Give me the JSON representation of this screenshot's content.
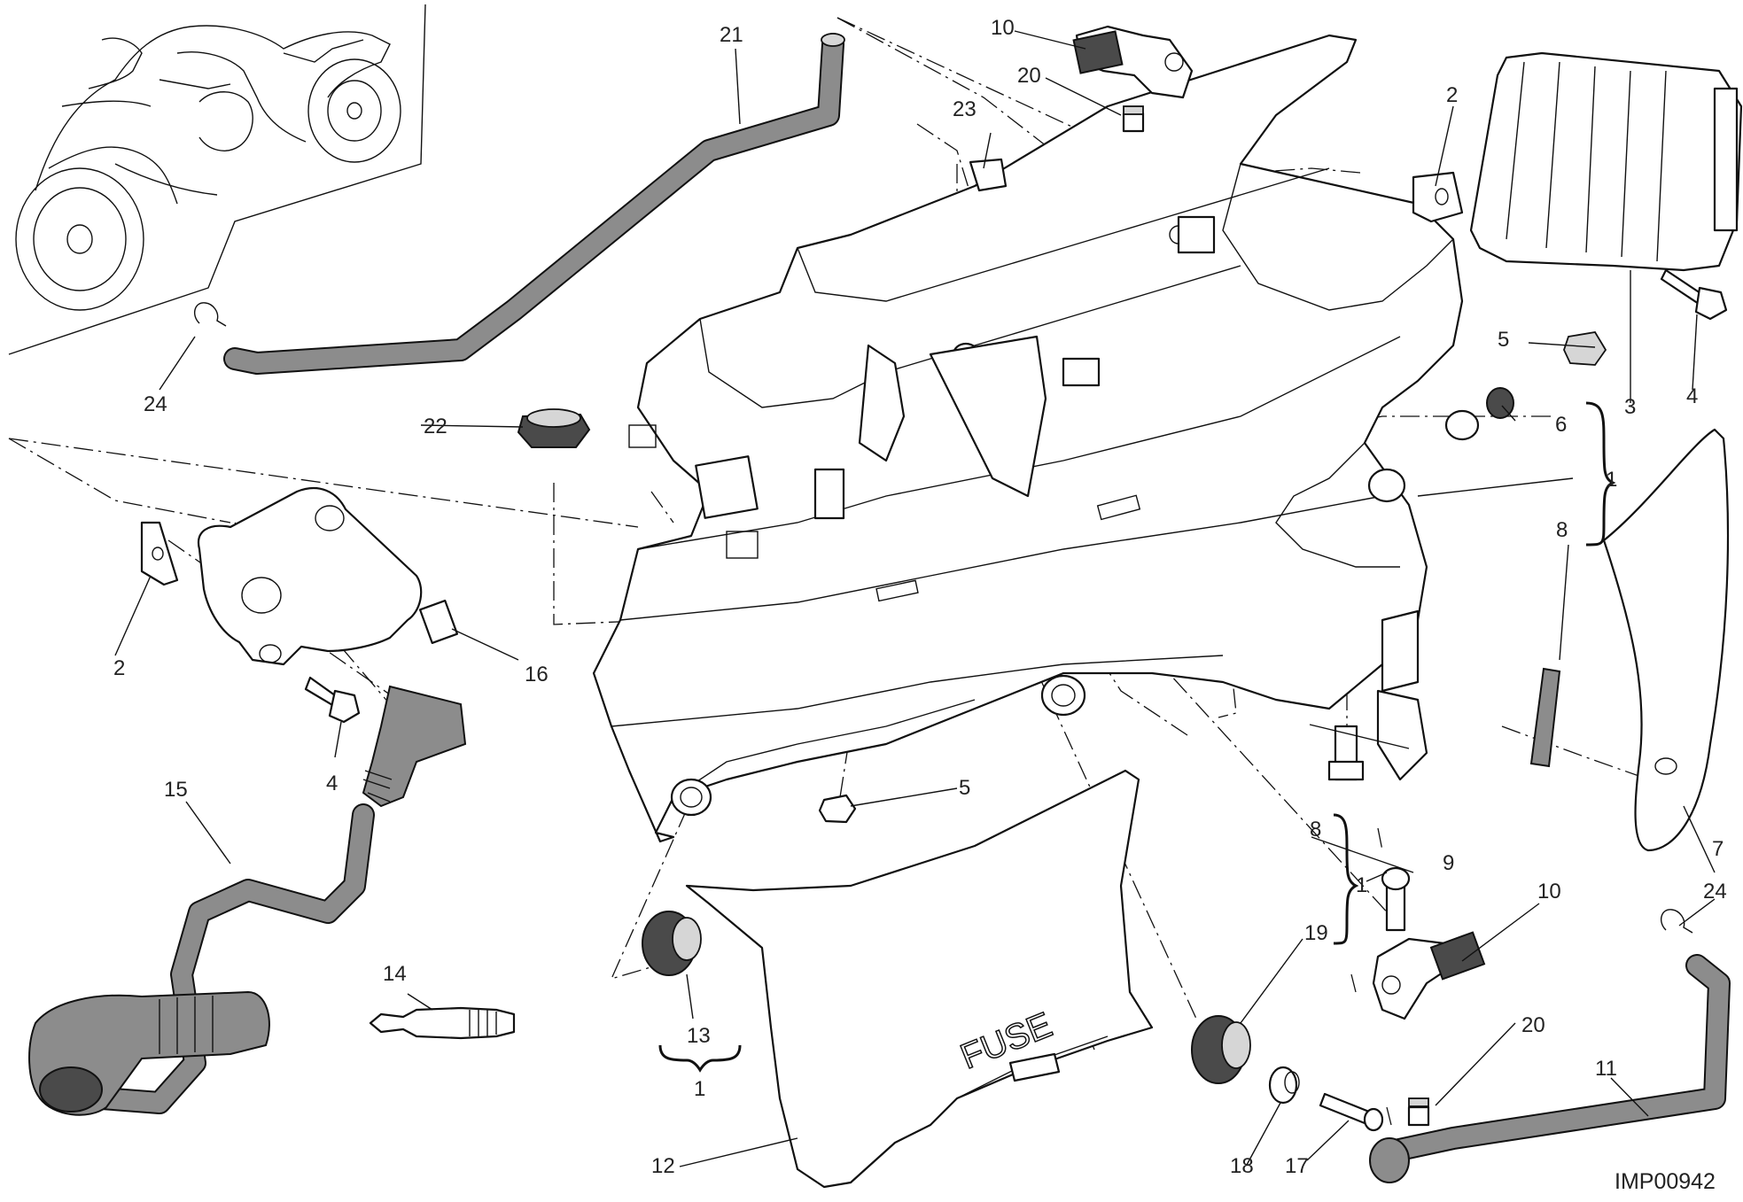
{
  "diagram_code": "IMP00942",
  "callouts": [
    {
      "id": "c21a",
      "text": "21"
    },
    {
      "id": "c10a",
      "text": "10"
    },
    {
      "id": "c20a",
      "text": "20"
    },
    {
      "id": "c23",
      "text": "23"
    },
    {
      "id": "c2a",
      "text": "2"
    },
    {
      "id": "c5a",
      "text": "5"
    },
    {
      "id": "c3",
      "text": "3"
    },
    {
      "id": "c4a",
      "text": "4"
    },
    {
      "id": "c6",
      "text": "6"
    },
    {
      "id": "c1a",
      "text": "1"
    },
    {
      "id": "c8a",
      "text": "8"
    },
    {
      "id": "c24a",
      "text": "24"
    },
    {
      "id": "c22",
      "text": "22"
    },
    {
      "id": "c2b",
      "text": "2"
    },
    {
      "id": "c16",
      "text": "16"
    },
    {
      "id": "c4b",
      "text": "4"
    },
    {
      "id": "c15",
      "text": "15"
    },
    {
      "id": "c5b",
      "text": "5"
    },
    {
      "id": "c8b",
      "text": "8"
    },
    {
      "id": "c1b",
      "text": "1"
    },
    {
      "id": "c9",
      "text": "9"
    },
    {
      "id": "c10b",
      "text": "10"
    },
    {
      "id": "c7",
      "text": "7"
    },
    {
      "id": "c24b",
      "text": "24"
    },
    {
      "id": "c19",
      "text": "19"
    },
    {
      "id": "c14",
      "text": "14"
    },
    {
      "id": "c13",
      "text": "13"
    },
    {
      "id": "c1c",
      "text": "1"
    },
    {
      "id": "c20b",
      "text": "20"
    },
    {
      "id": "c11",
      "text": "11"
    },
    {
      "id": "c12",
      "text": "12"
    },
    {
      "id": "c18",
      "text": "18"
    },
    {
      "id": "c17",
      "text": "17"
    }
  ],
  "cover_lettering": "FUSE"
}
